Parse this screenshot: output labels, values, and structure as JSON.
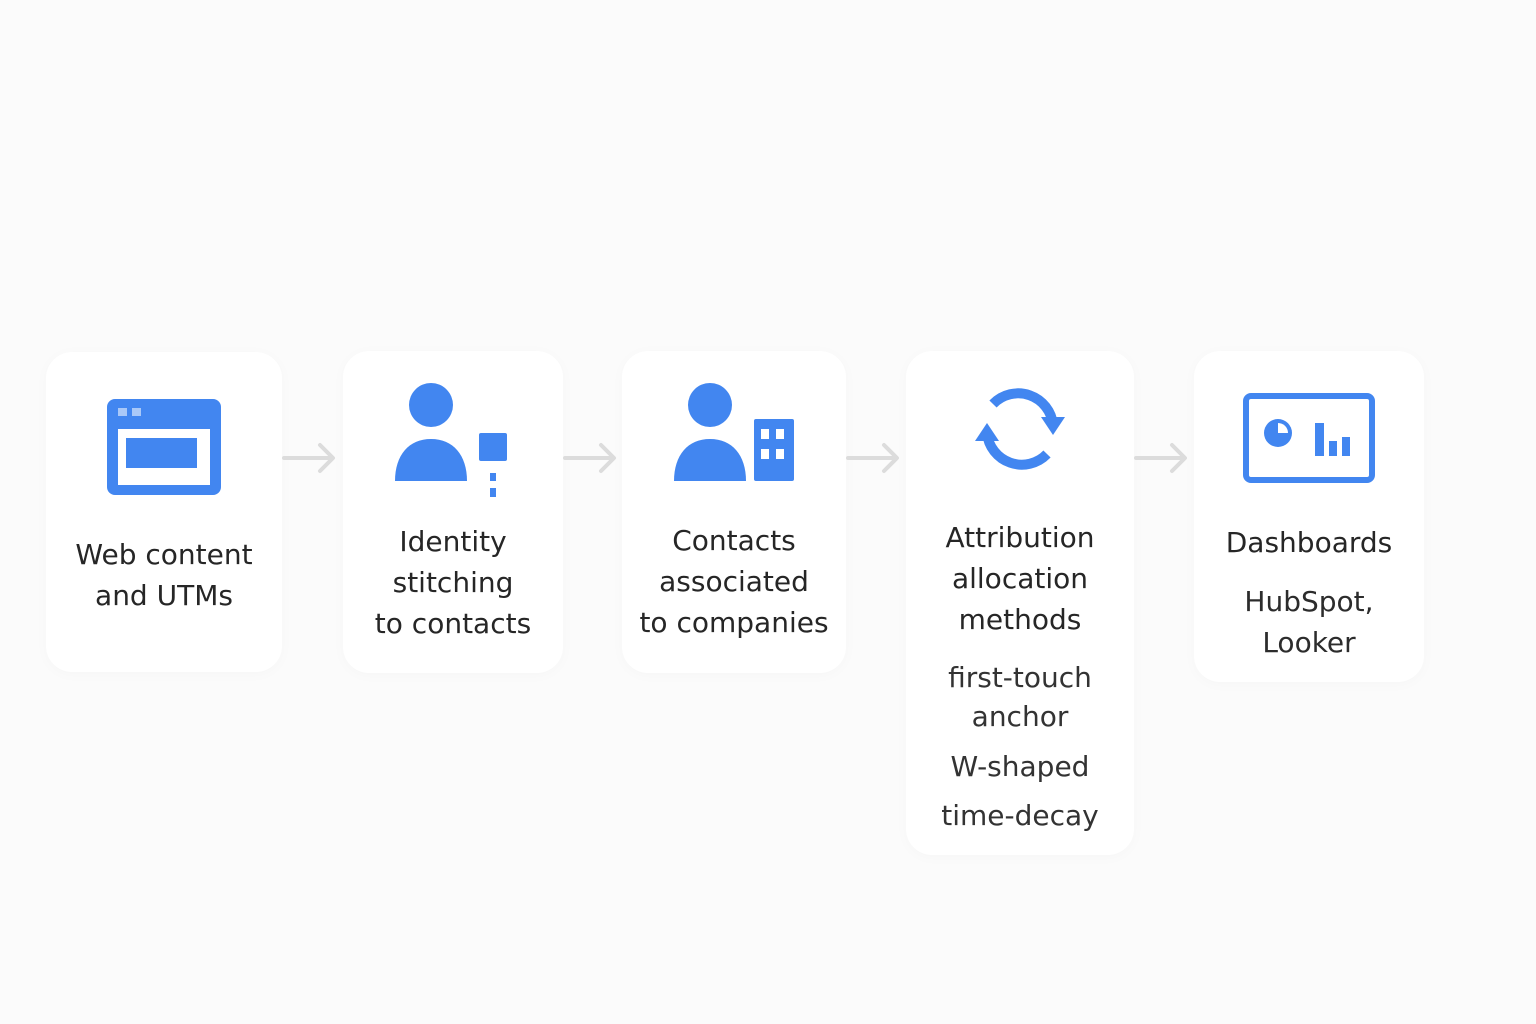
{
  "colors": {
    "accent": "#4286f0",
    "arrow": "#dcdcdc",
    "card": "#ffffff",
    "background": "#fbfbfb"
  },
  "steps": [
    {
      "icon": "browser-window-icon",
      "title_lines": [
        "Web content",
        "and UTMs"
      ]
    },
    {
      "icon": "person-identity-icon",
      "title_lines": [
        "Identity",
        "stitching",
        "to contacts"
      ]
    },
    {
      "icon": "person-company-icon",
      "title_lines": [
        "Contacts",
        "associated",
        "to companies"
      ]
    },
    {
      "icon": "sync-arrows-icon",
      "title_lines": [
        "Attribution",
        "allocation",
        "methods"
      ],
      "methods": [
        "first-touch",
        "anchor",
        "W-shaped",
        "time-decay"
      ]
    },
    {
      "icon": "dashboard-chart-icon",
      "title_lines": [
        "Dashboards"
      ],
      "sub_lines": [
        "HubSpot,",
        "Looker"
      ]
    }
  ]
}
